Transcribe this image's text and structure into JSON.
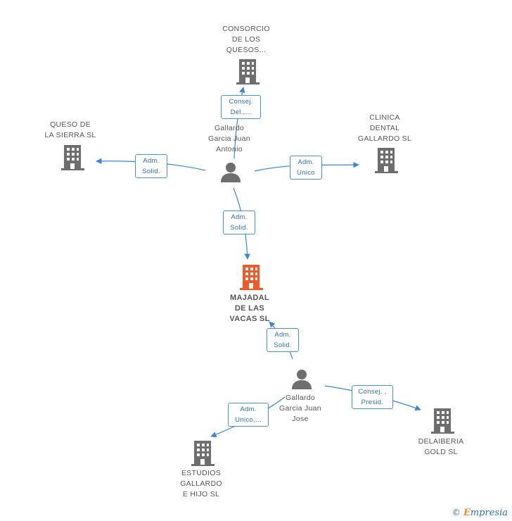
{
  "colors": {
    "edge": "#3d85d8",
    "company": "#6e6e6e",
    "company_main": "#f05a28",
    "person": "#6e6e6e"
  },
  "nodes": {
    "consorcio": {
      "label_lines": [
        "CONSORCIO",
        "DE LOS",
        "QUESOS..."
      ],
      "icon": "building-icon"
    },
    "queso_sierra": {
      "label_lines": [
        "QUESO DE",
        "LA SIERRA SL"
      ],
      "icon": "building-icon"
    },
    "clinica": {
      "label_lines": [
        "CLINICA",
        "DENTAL",
        "GALLARDO SL"
      ],
      "icon": "building-icon"
    },
    "gallardo_antonio": {
      "label_lines": [
        "Gallardo",
        "Garcia Juan",
        "Antonio"
      ],
      "icon": "person-icon"
    },
    "majadal": {
      "label_lines": [
        "MAJADAL",
        "DE LAS",
        "VACAS SL"
      ],
      "icon": "building-icon"
    },
    "gallardo_jose": {
      "label_lines": [
        "Gallardo",
        "Garcia Juan",
        "Jose"
      ],
      "icon": "person-icon"
    },
    "delaiberia": {
      "label_lines": [
        "DELAIBERIA",
        "GOLD SL"
      ],
      "icon": "building-icon"
    },
    "estudios": {
      "label_lines": [
        "ESTUDIOS",
        "GALLARDO",
        "E HIJO SL"
      ],
      "icon": "building-icon"
    }
  },
  "edges": {
    "e1": {
      "label_lines": [
        "Consej.",
        "Del.,..."
      ]
    },
    "e2": {
      "label_lines": [
        "Adm.",
        "Solid."
      ]
    },
    "e3": {
      "label_lines": [
        "Adm.",
        "Unico"
      ]
    },
    "e4": {
      "label_lines": [
        "Adm.",
        "Solid."
      ]
    },
    "e5": {
      "label_lines": [
        "Adm.",
        "Solid."
      ]
    },
    "e6": {
      "label_lines": [
        "Consej. ,",
        "Presid."
      ]
    },
    "e7": {
      "label_lines": [
        "Adm.",
        "Unico,..."
      ]
    }
  },
  "footer": {
    "copyright_symbol": "©",
    "brand_first": "E",
    "brand_rest": "mpresia"
  }
}
